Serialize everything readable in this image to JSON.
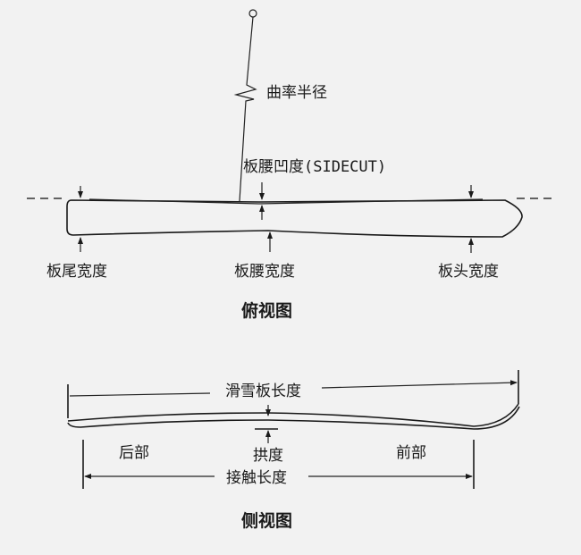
{
  "top_view": {
    "title": "俯视图",
    "radius_label": "曲率半径",
    "sidecut_label": "板腰凹度(SIDECUT)",
    "tail_width_label": "板尾宽度",
    "waist_width_label": "板腰宽度",
    "tip_width_label": "板头宽度"
  },
  "side_view": {
    "title": "侧视图",
    "ski_length_label": "滑雪板长度",
    "rear_label": "后部",
    "camber_label": "拱度",
    "front_label": "前部",
    "contact_length_label": "接触长度"
  }
}
